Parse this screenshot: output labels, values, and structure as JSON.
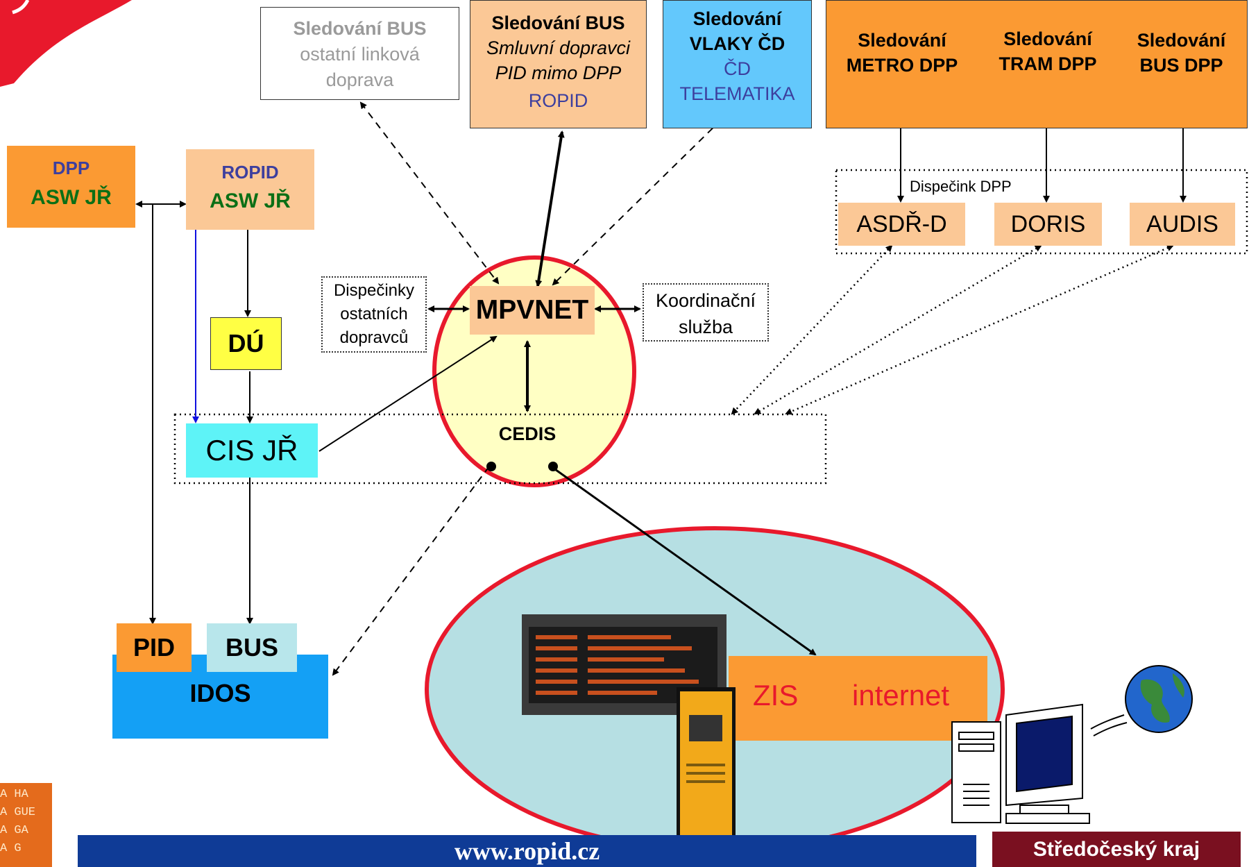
{
  "top": {
    "bus_other": {
      "title": "Sledování BUS",
      "line1": "ostatní linková",
      "line2": "doprava"
    },
    "bus_contract": {
      "title": "Sledování BUS",
      "line1": "Smluvní dopravci",
      "line2": "PID mimo DPP",
      "line3": "ROPID"
    },
    "trains": {
      "title1": "Sledování",
      "title2": "VLAKY ČD",
      "line1": "ČD",
      "line2": "TELEMATIKA"
    },
    "dpp": {
      "metro": {
        "l1": "Sledování",
        "l2": "METRO DPP"
      },
      "tram": {
        "l1": "Sledování",
        "l2": "TRAM DPP"
      },
      "bus": {
        "l1": "Sledování",
        "l2": "BUS DPP"
      }
    }
  },
  "dispecink": {
    "label": "Dispečink DPP",
    "asdr": "ASDŘ-D",
    "doris": "DORIS",
    "audis": "AUDIS"
  },
  "left": {
    "dpp": {
      "l1": "DPP",
      "l2": "ASW JŘ"
    },
    "ropid": {
      "l1": "ROPID",
      "l2": "ASW JŘ"
    },
    "du": "DÚ",
    "cis": "CIS JŘ",
    "pid": "PID",
    "bus": "BUS",
    "idos": "IDOS"
  },
  "center": {
    "mpvnet": "MPVNET",
    "cedis": "CEDIS",
    "disp_other": {
      "l1": "Dispečinky",
      "l2": "ostatních",
      "l3": "dopravců"
    },
    "koord": {
      "l1": "Koordinační",
      "l2": "služba"
    }
  },
  "zis": {
    "zis": "ZIS",
    "internet": "internet"
  },
  "footer": {
    "url": "www.ropid.cz",
    "region": "Středočeský kraj",
    "logo_text": [
      "A HA",
      "A GUE",
      "A GA",
      "A G"
    ]
  },
  "colors": {
    "orange": "#fb9a33",
    "peach": "#fbc896",
    "cyan": "#5ef3f7",
    "sky": "#63c8fc",
    "yellow": "#ffff44",
    "red": "#e8192c",
    "navy": "#0f3b96",
    "green": "#0b6f16",
    "purple": "#3d3f9e"
  }
}
